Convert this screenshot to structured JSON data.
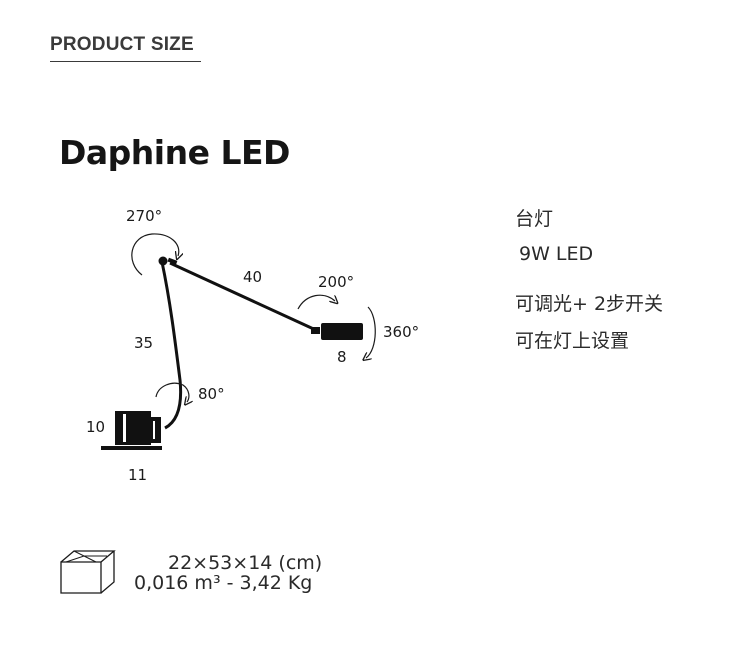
{
  "header": {
    "section_label": "PRODUCT SIZE"
  },
  "product": {
    "name": "Daphine LED"
  },
  "dimensions": {
    "base_rotation": "270°",
    "arm_upper": "40",
    "arm_lower": "35",
    "head_rotation": "200°",
    "head_spin": "360°",
    "head_depth": "8",
    "base_tilt": "80°",
    "base_height": "10",
    "base_width": "11"
  },
  "specs": {
    "type": "台灯",
    "power": "9W LED",
    "dimming": "可调光+ 2步开关",
    "setting": "可在灯上设置"
  },
  "packaging": {
    "size": "22×53×14 (cm)",
    "volume_weight": "0,016 m³ - 3,42 Kg"
  }
}
